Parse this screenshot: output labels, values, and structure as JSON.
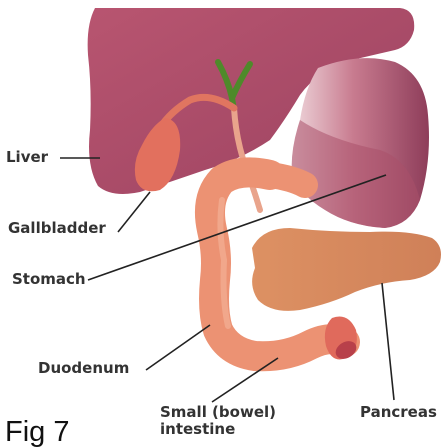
{
  "labels": {
    "liver": "Liver",
    "gallbladder": "Gallbladder",
    "stomach": "Stomach",
    "duodenum": "Duodenum",
    "small_intestine_line1": "Small (bowel)",
    "small_intestine_line2": "intestine",
    "pancreas": "Pancreas"
  },
  "caption": "Fig 7",
  "colors": {
    "liver": "#b0506c",
    "liver_dark": "#8e3a57",
    "stomach": "#9a4a64",
    "gallbladder": "#e2705e",
    "duct": "#4e8a2a",
    "intestine": "#ec9273",
    "pancreas": "#d88a5e",
    "label_text": "#333333",
    "leader_line": "#222222"
  }
}
